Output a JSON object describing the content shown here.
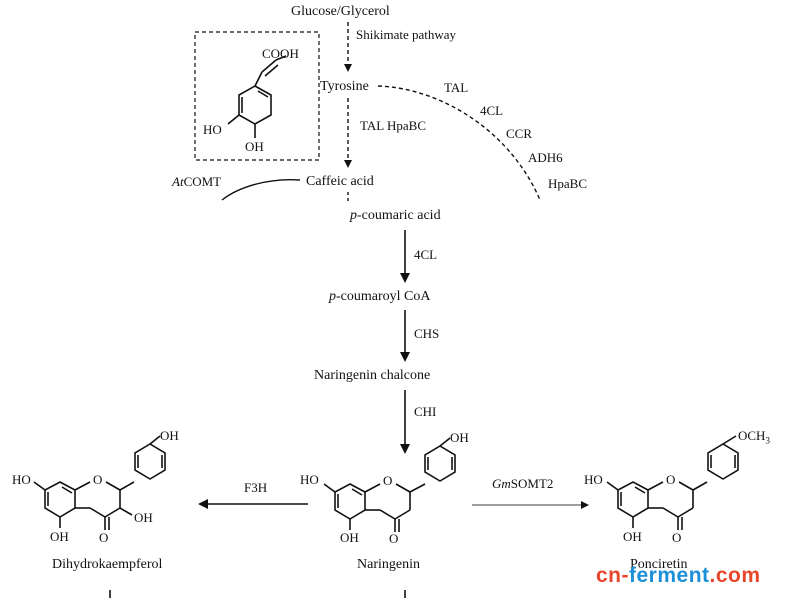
{
  "compounds": {
    "glucose": "Glucose/Glycerol",
    "tyrosine": "Tyrosine",
    "caffeic": "Caffeic acid",
    "p_coumaric_prefix": "p",
    "p_coumaric_rest": "-coumaric acid",
    "p_coumaroyl_prefix": "p",
    "p_coumaroyl_rest": "-coumaroyl CoA",
    "chalcone": "Naringenin chalcone",
    "naringenin": "Naringenin",
    "dihydro": "Dihydrokaempferol",
    "ponciretin": "Ponciretin"
  },
  "enzymes": {
    "shikimate": "Shikimate pathway",
    "tal_hpabc": "TAL HpaBC",
    "tal": "TAL",
    "cl4_side": "4CL",
    "ccr": "CCR",
    "adh6": "ADH6",
    "hpabc": "HpaBC",
    "atcomt_prefix": "At",
    "atcomt_rest": "COMT",
    "cl4": "4CL",
    "chs": "CHS",
    "chi": "CHI",
    "f3h": "F3H",
    "gmsomt2_prefix": "Gm",
    "gmsomt2_rest": "SOMT2"
  },
  "structures": {
    "caffeic_cooh": "COOH",
    "caffeic_ho": "HO",
    "caffeic_oh": "OH",
    "oh": "OH",
    "ho": "HO",
    "o": "O",
    "och3": "OCH",
    "och3_sub": "3"
  },
  "watermark": {
    "part1": "cn-",
    "part2": "ferment",
    "part3": ".com"
  }
}
